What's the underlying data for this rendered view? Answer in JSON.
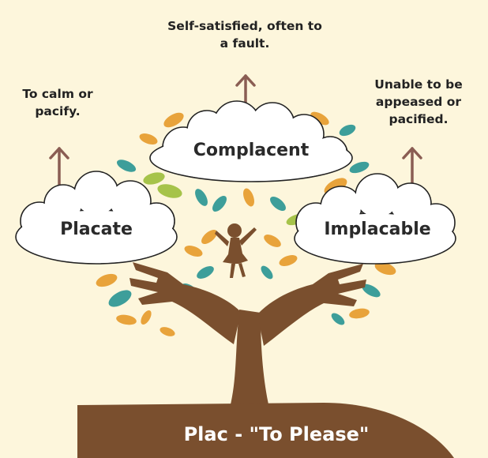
{
  "root": {
    "label": "Plac - \"To Please\""
  },
  "words": [
    {
      "term": "Complacent",
      "definition_lines": [
        "Self-satisfied, often to",
        "a fault."
      ]
    },
    {
      "term": "Placate",
      "definition_lines": [
        "To calm or",
        "pacify."
      ]
    },
    {
      "term": "Implacable",
      "definition_lines": [
        "Unable to be",
        "appeased or",
        "pacified."
      ]
    }
  ],
  "colors": {
    "background": "#fdf6dc",
    "trunk": "#7a4f2e",
    "arrow": "#8a5d53",
    "leaf_teal": "#3d9e9a",
    "leaf_orange": "#e8a33b",
    "leaf_green": "#a6c34a",
    "cloud_fill": "#ffffff",
    "cloud_stroke": "#222222"
  },
  "icons": [
    "leaf-icon",
    "hand-icon",
    "child-silhouette-icon",
    "up-arrow-icon",
    "cloud-icon"
  ]
}
